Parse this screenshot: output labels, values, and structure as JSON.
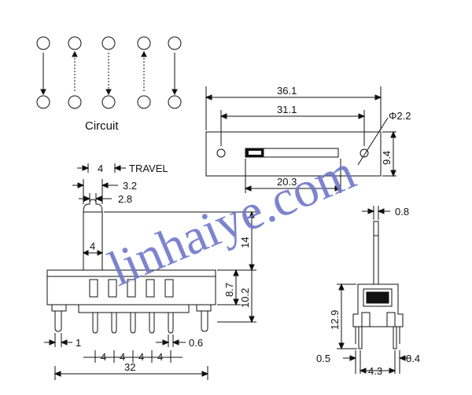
{
  "circuit": {
    "label": "Circuit",
    "pin_columns": 5
  },
  "top_view": {
    "overall_length": "36.1",
    "hole_pitch": "31.1",
    "hole_diameter": "Φ2.2",
    "height": "9.4",
    "slot_length": "20.3"
  },
  "side_view": {
    "travel_value": "4",
    "travel_label": "TRAVEL",
    "knob_width": "3.2",
    "knob_neck": "2.8",
    "knob_height_value": "4",
    "knob_height": "14",
    "body_height_a": "8.7",
    "body_height_b": "10.2",
    "tab_width": "1",
    "pin_width": "0.6",
    "pitch_1": "4",
    "pitch_2": "4",
    "pitch_3": "4",
    "pitch_4": "4",
    "overall_width": "32"
  },
  "end_view": {
    "knob_thickness": "0.8",
    "pin_length": "12.9",
    "pin_offset_left": "0.5",
    "pin_spacing": "4.3",
    "pin_offset_right": "0.4"
  },
  "watermark": "linhaiye.com",
  "colors": {
    "line": "#111111",
    "watermark": "#6f77c9"
  }
}
